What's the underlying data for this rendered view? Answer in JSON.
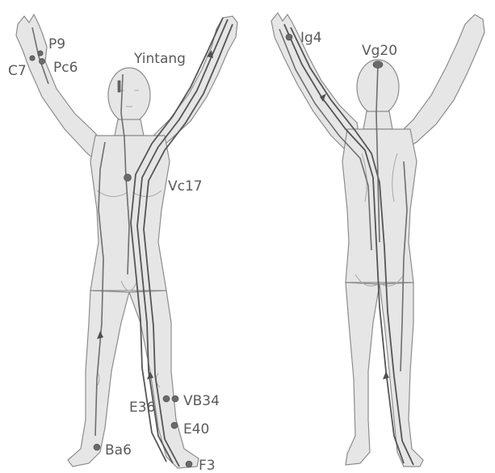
{
  "points": {
    "p9": "P9",
    "c7": "C7",
    "pc6": "Pc6",
    "yintang": "Yintang",
    "vc17": "Vc17",
    "e36": "E36",
    "vb34": "VB34",
    "e40": "E40",
    "ba6": "Ba6",
    "f3": "F3",
    "ig4": "Ig4",
    "vg20": "Vg20"
  },
  "colors": {
    "body": "#e6e6e6",
    "outline": "#8c8c8c",
    "meridian": "#6e6e6e",
    "point": "#6a6a6a",
    "label": "#5a5a5a"
  }
}
